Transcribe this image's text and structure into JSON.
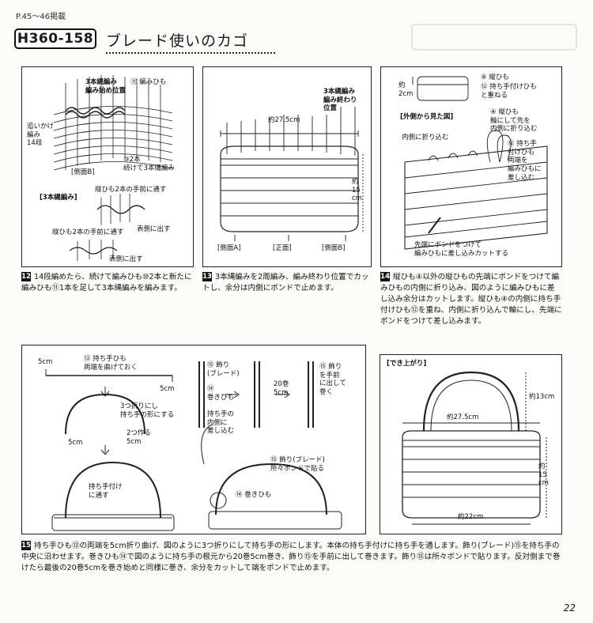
{
  "header": {
    "page_ref": "P.45〜46掲載",
    "code": "H360-158",
    "title": "ブレード使いのカゴ"
  },
  "panel12": {
    "l_3row_start": "3本縄編み\n編み始め位置",
    "l_weave_cord": "⑪ 編みひも",
    "l_chase": "追いかけ\n編み\n14段",
    "l_two": "⑩2本\n続けて3本縄編み",
    "l_sideB": "[側面B]",
    "l_3row": "[3本縄編み]",
    "l_front2_a": "縦ひも2本の手前に通す",
    "l_front2_b": "縦ひも2本の手前に通す",
    "l_out_a": "表側に出す",
    "l_out_b": "表側に出す"
  },
  "panel13": {
    "l_3row_end": "3本縄編み\n編み終わり\n位置",
    "l_width": "約27.5cm",
    "l_height": "約\n15\ncm",
    "l_sideA": "[側面A]",
    "l_front": "[正面]",
    "l_sideB": "[側面B]"
  },
  "panel14": {
    "l_about2": "約\n2cm",
    "l_vert4": "④ 縦ひも",
    "l_handle12": "⑫ 持ち手付けひも\nと重ねる",
    "l_outside": "[外側から見た図]",
    "l_vert4b": "④ 縦ひも\n輪にして先を\n内側に折り込む",
    "l_fold_in": "内側に折り込む",
    "l_handle12b": "⑫ 持ち手\n付けひも\n両端を\n編みひもに\n差し込む",
    "l_bond": "先端にボンドをつけて\n編みひもに差し込みカットする"
  },
  "panel15": {
    "l_5cm_a": "5cm",
    "l_handle13": "⑬ 持ち手ひも\n両端を曲げておく",
    "l_5cm_b": "5cm",
    "l_tri": "3つ折りにし\n持ち手の形にする",
    "l_5cm_c": "5cm",
    "l_two5": "2つ作る\n5cm",
    "l_pass": "持ち手付け\nに通す",
    "l_deco15": "⑮ 飾り\n(ブレード)",
    "l_wrap14": "⑭\n巻きひも",
    "l_wrap_in": "持ち手の\n内側に\n差し込む",
    "l_20": "20巻\n5cm",
    "l_deco15b": "⑮ 飾り\nを手前\nに出して\n巻く",
    "l_deco15c": "⑮ 飾り(ブレード)\n所々ボンドで貼る",
    "l_wrap14b": "⑭ 巻きひも"
  },
  "finished": {
    "label": "[でき上がり]",
    "l_13": "約13cm",
    "l_275": "約27.5cm",
    "l_15": "約\n15\ncm",
    "l_22": "約22cm"
  },
  "steps": {
    "s12_num": "12",
    "s12_text": "14段編めたら、続けて編みひも⑩2本と新たに編みひも⑪1本を足して3本縄編みを編みます。",
    "s13_num": "13",
    "s13_text": "3本縄編みを2周編み、編み終わり位置でカットし、余分は内側にボンドで止めます。",
    "s14_num": "14",
    "s14_text": "縦ひも④以外の縦ひもの先端にボンドをつけて編みひもの内側に折り込み、図のように編みひもに差し込み余分はカットします。縦ひも④の内側に持ち手付けひも⑫を重ね、内側に折り込んで輪にし、先端にボンドをつけて差し込みます。",
    "s15_num": "15",
    "s15_text": "持ち手ひも⑬の両端を5cm折り曲げ、図のように3つ折りにして持ち手の形にします。本体の持ち手付けに持ち手を通します。飾り(ブレード)⑮を持ち手の中央に沿わせます。巻きひも⑭で図のように持ち手の根元から20巻5cm巻き、飾り⑮を手前に出して巻きます。飾り⑮は所々ボンドで貼ります。反対側まで巻けたら最後の20巻5cmを巻き始めと同様に巻き、余分をカットして端をボンドで止めます。"
  },
  "footer": {
    "page_num": "22"
  }
}
